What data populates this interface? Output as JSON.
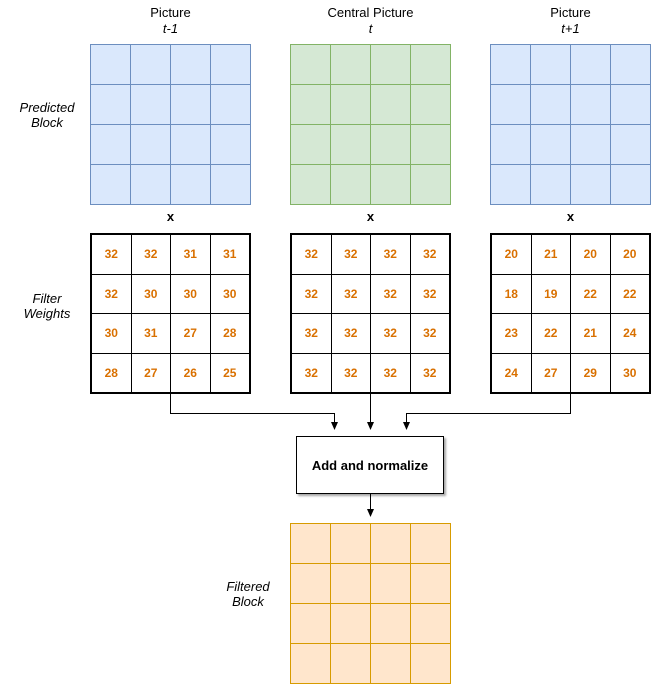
{
  "columns": [
    {
      "title": "Picture",
      "subtitle": "t-1",
      "operator": "x",
      "picture_fill": "#dae8fc",
      "picture_stroke": "#6c8ebf",
      "weights": [
        [
          32,
          32,
          31,
          31
        ],
        [
          32,
          30,
          30,
          30
        ],
        [
          30,
          31,
          27,
          28
        ],
        [
          28,
          27,
          26,
          25
        ]
      ]
    },
    {
      "title": "Central Picture",
      "subtitle": "t",
      "operator": "x",
      "picture_fill": "#d5e8d4",
      "picture_stroke": "#82b366",
      "weights": [
        [
          32,
          32,
          32,
          32
        ],
        [
          32,
          32,
          32,
          32
        ],
        [
          32,
          32,
          32,
          32
        ],
        [
          32,
          32,
          32,
          32
        ]
      ]
    },
    {
      "title": "Picture",
      "subtitle": "t+1",
      "operator": "x",
      "picture_fill": "#dae8fc",
      "picture_stroke": "#6c8ebf",
      "weights": [
        [
          20,
          21,
          20,
          20
        ],
        [
          18,
          19,
          22,
          22
        ],
        [
          23,
          22,
          21,
          24
        ],
        [
          24,
          27,
          29,
          30
        ]
      ]
    }
  ],
  "labels": {
    "predicted_block_line1": "Predicted",
    "predicted_block_line2": "Block",
    "filter_weights_line1": "Filter",
    "filter_weights_line2": "Weights",
    "filtered_block_line1": "Filtered",
    "filtered_block_line2": "Block"
  },
  "process_box": {
    "label": "Add and normalize"
  },
  "output_grid": {
    "fill": "#ffe6cc",
    "stroke": "#d79b00"
  },
  "weights_style": {
    "fill": "#ffffff",
    "stroke": "#000000",
    "text_color": "#d97000"
  }
}
